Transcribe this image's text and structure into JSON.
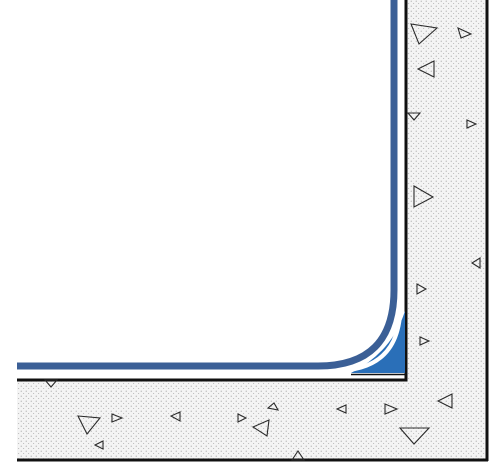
{
  "colors": {
    "background": "#ffffff",
    "concrete_fill": "#f4f4f4",
    "concrete_stipple": "#9a9a9a",
    "structure_line": "#111111",
    "membrane_blue": "#3b5f96",
    "fillet_blue": "#2a6fb8",
    "aggregate_stroke": "#2a2a2a"
  },
  "drawing": {
    "subject": "corner-detail",
    "components": [
      "concrete-wall",
      "concrete-slab",
      "waterproofing-membrane",
      "fillet-seal",
      "aggregate-marks"
    ]
  }
}
